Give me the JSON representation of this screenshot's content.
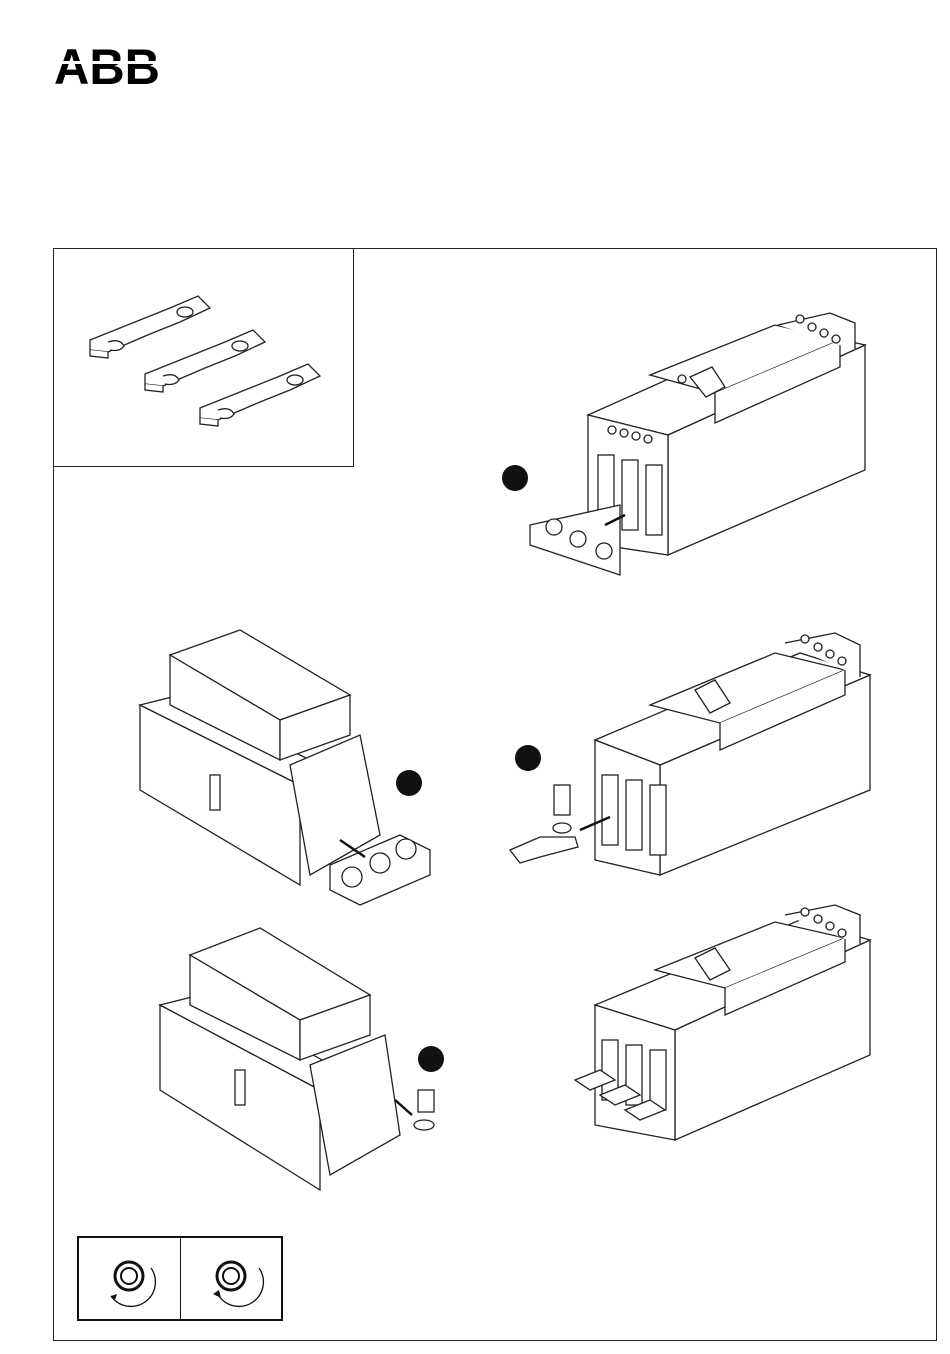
{
  "header": {
    "brand": "ABB",
    "brand_color": "#000000"
  },
  "line_color": "#222222",
  "illustrations": {
    "parts_kit": {
      "icon": "terminal-plate-icon",
      "count": 3
    },
    "steps": [
      {
        "icon": "step-marker-icon",
        "scene": "terminal-cover-removal"
      },
      {
        "icon": "step-marker-icon",
        "scene": "rear-terminal-fitting"
      },
      {
        "icon": "step-marker-icon",
        "scene": "screw-and-plate-assembly"
      },
      {
        "icon": "step-marker-icon",
        "scene": "screw-tightening-rear"
      }
    ],
    "final_view": {
      "scene": "plates-installed"
    }
  },
  "torque_legend": {
    "left_icon": "tighten-clockwise-icon",
    "right_icon": "loosen-counterclockwise-icon"
  }
}
